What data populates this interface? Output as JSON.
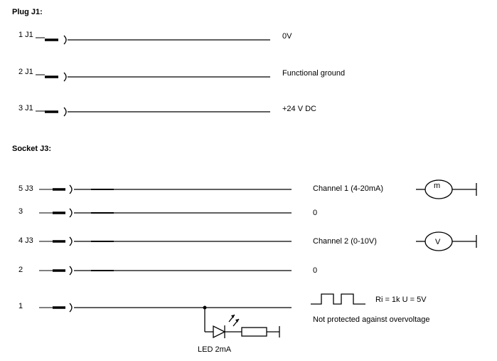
{
  "plug_j1": {
    "title": "Plug J1:",
    "pins": [
      {
        "pin": "1 J1",
        "signal": "0V"
      },
      {
        "pin": "2 J1",
        "signal": "Functional ground"
      },
      {
        "pin": "3 J1",
        "signal": "+24 V DC"
      }
    ]
  },
  "socket_j3": {
    "title": "Socket J3:",
    "pins": [
      {
        "pin": "5 J3",
        "signal": "Channel 1 (4-20mA)"
      },
      {
        "pin": "3",
        "signal": "0"
      },
      {
        "pin": "4 J3",
        "signal": "Channel 2 (0-10V)"
      },
      {
        "pin": "2",
        "signal": "0"
      },
      {
        "pin": "1",
        "signal": ""
      }
    ],
    "meter_m": "m",
    "meter_v": "V",
    "pulse_spec": "Ri = 1k  U = 5V",
    "pulse_note": "Not protected against overvoltage",
    "led_label": "LED 2mA"
  }
}
